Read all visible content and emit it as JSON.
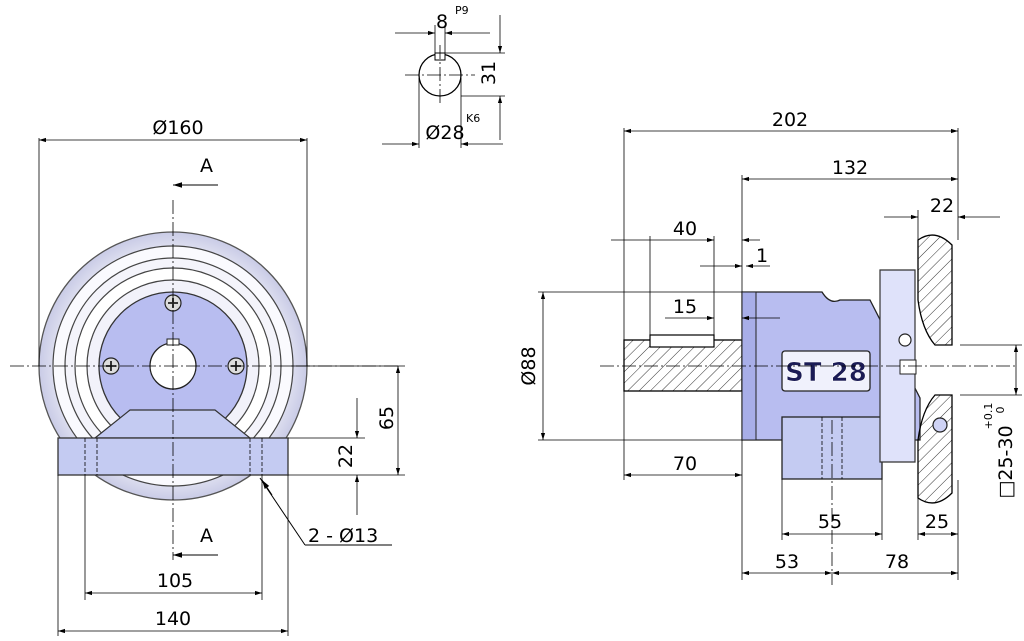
{
  "colors": {
    "part_fill": "#b8bdf0",
    "part_fill_light": "#dfe2fa",
    "base_fill": "#c4cbf2",
    "shaded_white": "#f4f4fb",
    "line": "#000000"
  },
  "front_view": {
    "dia_160": "Ø160",
    "section_mark_top": "A",
    "section_mark_bottom": "A",
    "dim_65": "65",
    "dim_22": "22",
    "holes": "2 - Ø13",
    "dim_105": "105",
    "dim_140": "140"
  },
  "shaft_detail": {
    "key_width": "8",
    "key_tol": "P9",
    "height": "31",
    "shaft_dia": "Ø28",
    "shaft_tol": "K6"
  },
  "side_view": {
    "overall_length": "202",
    "length_132": "132",
    "dim_22": "22",
    "dim_40": "40",
    "dim_1": "1",
    "dim_15": "15",
    "dia_88": "Ø88",
    "label": "ST 28",
    "dim_70": "70",
    "dim_55": "55",
    "dim_25": "25",
    "dim_53": "53",
    "dim_78": "78",
    "square_range": "□25-30",
    "tol_upper": "+0.1",
    "tol_lower": "0"
  }
}
